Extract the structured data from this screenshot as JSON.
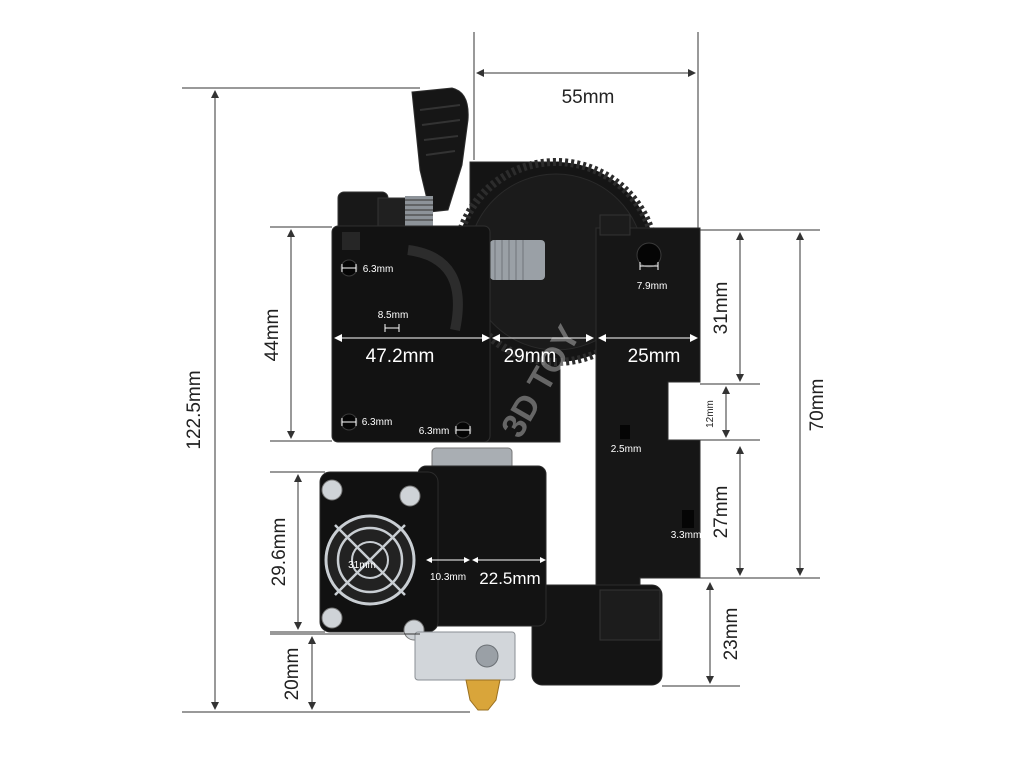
{
  "labels": {
    "total_height": "122.5mm",
    "total_width": "55mm",
    "extruder_height": "44mm",
    "extruder_width": "47.2mm",
    "gear_width": "29mm",
    "bracket_width": "25mm",
    "top_slot_height": "31mm",
    "bracket_height": "70mm",
    "mid_gap": "12mm",
    "lower_bracket": "27mm",
    "bottom_clamp": "23mm",
    "fan_height": "29.6mm",
    "fan_size": "31mm",
    "fan_depth": "10.3mm",
    "heatsink_width": "22.5mm",
    "nozzle_height": "20mm",
    "hole_top_left": "6.3mm",
    "hole_center": "8.5mm",
    "hole_bottom_left": "6.3mm",
    "hole_bottom_right": "6.3mm",
    "bracket_hole": "7.9mm",
    "slot_small": "2.5mm",
    "slot_lower": "3.3mm"
  },
  "watermark": "3D TOY",
  "colors": {
    "body": "#151515",
    "body_edge": "#2b2b2b",
    "metal": "#c8cdd2",
    "brass": "#d9a53a",
    "dim_line": "#333333"
  }
}
